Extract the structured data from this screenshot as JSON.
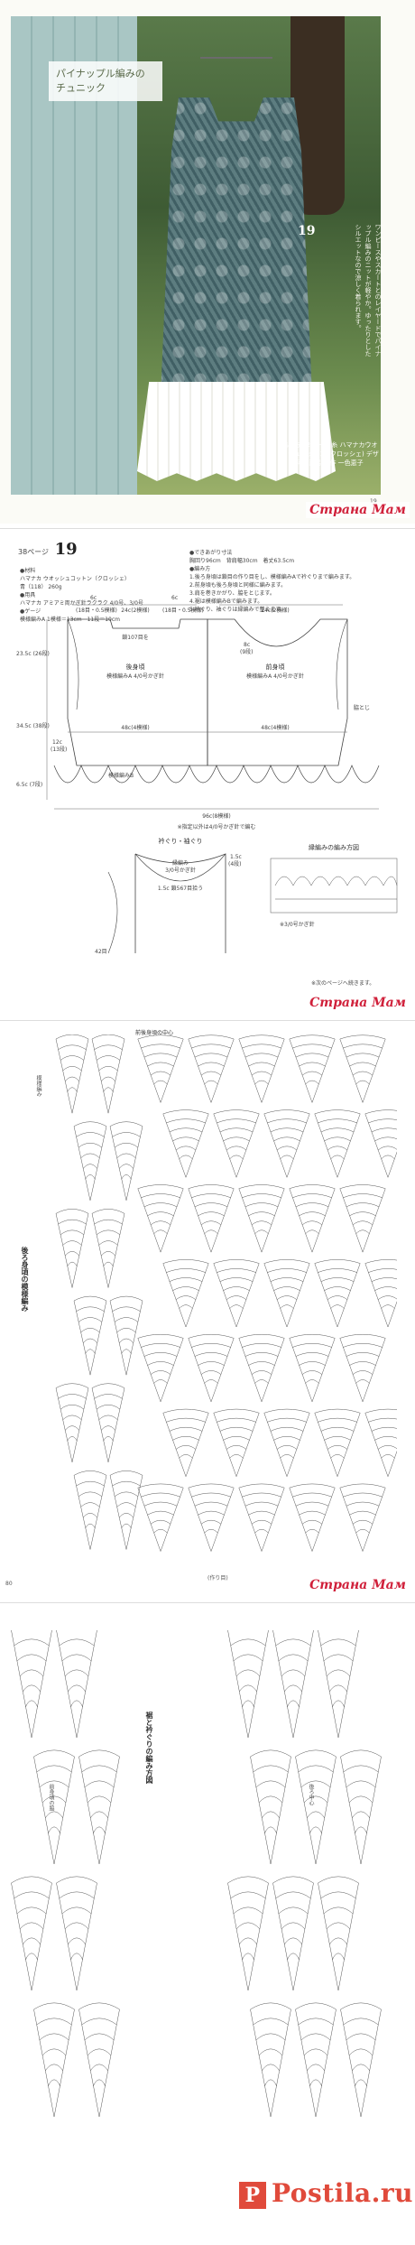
{
  "watermark_text": "Страна Мам",
  "photo_page": {
    "title_line1": "パイナップル編みの",
    "title_line2": "チュニック",
    "number": "19",
    "side_text": "ワンピースやスカートとのレイヤードでパイナップル編みのニットが軽やか。ゆったりとしたシルエットなので涼しく着られます。",
    "caption": "編み方 42ページ 糸 ハマナカウオッシュコットン (クロッシェ) デザイン 河合真弓 製作 一色恵子",
    "page_number": "19"
  },
  "pattern_page": {
    "page_ref": "38ページ",
    "number": "19",
    "materials": "●材料\nハマナカ ウオッシュコットン（クロッシェ）\n青（118） 260g\n●用具\nハマナカ アミアミ両かぎ針ラクラク 4/0号、3/0号\n●ゲージ\n模様編みA 1模様＝13cm　11段＝10cm",
    "instructions": "●できあがり寸法\n胸回り96cm　背肩幅30cm　着丈63.5cm\n●編み方\n1.後ろ身頃は鎖目の作り目をし、模様編みAで衿ぐりまで編みます。\n2.前身頃も後ろ身頃と同様に編みます。\n3.肩を巻きかがり、脇をとじます。\n4.裾は模様編みBで編みます。\n5.衿ぐり、袖ぐりは縁編みで整えます。",
    "back_label": "後身頃",
    "back_sub": "模様編みA\n4/0号かぎ針",
    "front_label": "前身頃",
    "front_sub": "模様編みA\n4/0号かぎ針",
    "dim_top_left": "6c",
    "dim_top_left_rows": "(18目・0.5模様)",
    "dim_neck_back": "24c(2模様)",
    "dim_top_right": "6c",
    "dim_top_right_rows": "(18目・0.5模様)",
    "dim_neck_front": "24c(2模様)",
    "dim_chain_back": "鎖107目を",
    "dim_width": "48c(4模様)",
    "dim_height_upper": "23.5c\n(26段)",
    "dim_height_lower": "34.5c\n(38段)",
    "dim_hem": "6.5c\n(7段)",
    "dim_hem_total": "96c(8模様)",
    "dim_hem_label": "模様編みB",
    "dim_arm": "12c",
    "dim_arm_rows": "(13段)",
    "neck_cm": "8c",
    "neck_rows": "(9段)",
    "side_label": "脇とじ",
    "note_hem": "※指定以外は4/0号かぎ針で編む",
    "neck_title": "衿ぐり・袖ぐり",
    "neck_sub1": "縁編み",
    "neck_sub2": "3/0号かぎ針",
    "neck_chain": "1.5c 鎖567目拾う",
    "neck_arm": "1.5c",
    "neck_arm_rows": "(4段)",
    "neck_arm_count": "42目",
    "edging_title": "縁編みの編み方図",
    "edging_note": "※3/0号かぎ針",
    "next_page_note": "※次のページへ続きます。"
  },
  "chart_page_1": {
    "title": "後ろ身頃の模様編み",
    "side_note": "模様編み",
    "label_top_left": "前後身頃の中心",
    "label_bottom": "(作り目)",
    "page_number": "80"
  },
  "chart_page_2": {
    "title": "裾と衿ぐりの編み方図",
    "note_left": "前身頃の脇",
    "note_right": "後ろ中心",
    "brand": "Postila.ru"
  }
}
